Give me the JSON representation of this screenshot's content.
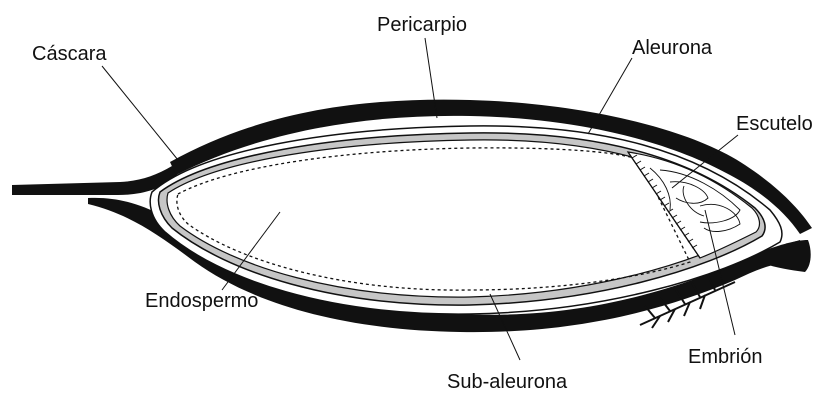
{
  "labels": {
    "cascara": "Cáscara",
    "pericarpio": "Pericarpio",
    "aleurona": "Aleurona",
    "escutelo": "Escutelo",
    "endospermo": "Endospermo",
    "embrion": "Embrión",
    "sub_aleurona": "Sub-aleurona"
  },
  "colors": {
    "line": "#111111",
    "husk_fill": "#111111",
    "aleurone_band": "#c6c6c6",
    "background": "#ffffff"
  }
}
